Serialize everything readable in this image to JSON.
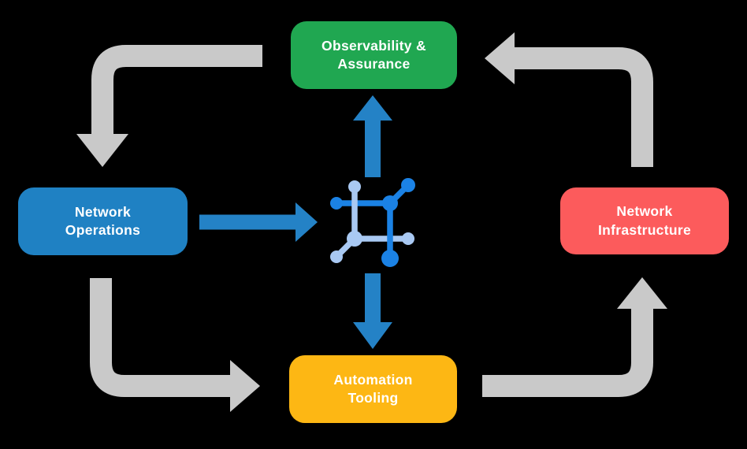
{
  "title": "Network automation lifecycle diagram",
  "colors": {
    "background": "#000000",
    "text": "#FFFFFF",
    "arrow_gray": "#C9C9C9",
    "arrow_blue": "#2482C6",
    "icon_dark_blue": "#1B82E5",
    "icon_light_blue": "#A9C9F3"
  },
  "nodes": {
    "observability": {
      "label": "Observability &\nAssurance",
      "color": "#20A751"
    },
    "operations": {
      "label": "Network\nOperations",
      "color": "#1F81C3"
    },
    "infrastructure": {
      "label": "Network\nInfrastructure",
      "color": "#FC5B5C"
    },
    "automation": {
      "label": "Automation\nTooling",
      "color": "#FDB714"
    }
  },
  "center_icon": {
    "name": "network-mesh-icon"
  },
  "flows": {
    "gray_cycle": [
      {
        "from": "observability",
        "to": "operations"
      },
      {
        "from": "operations",
        "to": "automation"
      },
      {
        "from": "automation",
        "to": "infrastructure"
      },
      {
        "from": "infrastructure",
        "to": "observability"
      }
    ],
    "blue": [
      {
        "from": "operations",
        "to": "center-icon"
      },
      {
        "from": "center-icon",
        "to": "observability"
      },
      {
        "from": "center-icon",
        "to": "automation"
      }
    ]
  }
}
